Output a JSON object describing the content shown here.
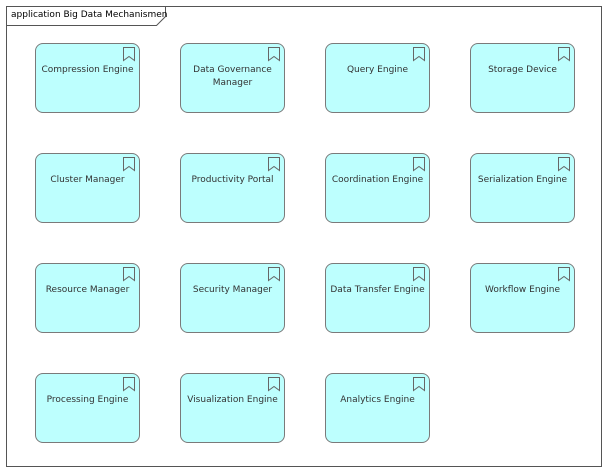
{
  "diagram": {
    "title": "application Big Data Mechanismen",
    "nodes": [
      {
        "label": "Compression Engine"
      },
      {
        "label": "Data Governance Manager"
      },
      {
        "label": "Query Engine"
      },
      {
        "label": "Storage Device"
      },
      {
        "label": "Cluster Manager"
      },
      {
        "label": "Productivity Portal"
      },
      {
        "label": "Coordination Engine"
      },
      {
        "label": "Serialization Engine"
      },
      {
        "label": "Resource Manager"
      },
      {
        "label": "Security Manager"
      },
      {
        "label": "Data Transfer Engine"
      },
      {
        "label": "Workflow Engine"
      },
      {
        "label": "Processing Engine"
      },
      {
        "label": "Visualization Engine"
      },
      {
        "label": "Analytics Engine"
      }
    ],
    "colors": {
      "node_fill": "#bdfffe",
      "node_border": "#7a7a7a",
      "frame_border": "#555555"
    },
    "node_icon": "bookmark-icon"
  }
}
